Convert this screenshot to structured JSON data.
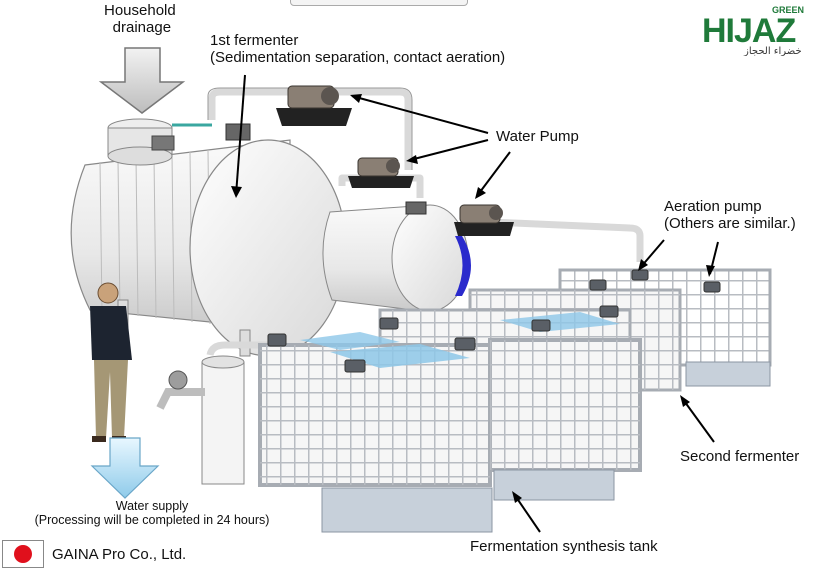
{
  "labels": {
    "household_drainage_line1": "Household",
    "household_drainage_line2": "drainage",
    "first_fermenter_line1": "1st fermenter",
    "first_fermenter_line2": "(Sedimentation  separation, contact aeration)",
    "water_pump": "Water Pump",
    "aeration_pump_line1": "Aeration pump",
    "aeration_pump_line2": "(Others are similar.)",
    "second_fermenter": "Second fermenter",
    "fermentation_tank": "Fermentation  synthesis tank",
    "water_supply_line1": "Water supply",
    "water_supply_line2": "(Processing will be completed in 24 hours)",
    "company": "GAINA Pro Co., Ltd."
  },
  "logo": {
    "green": "GREEN",
    "brand": "HIJAZ",
    "arabic": "خضراء الحجاز"
  },
  "colors": {
    "logo_green": "#1f7a3a",
    "flag_red": "#e0101c",
    "pump_blue": "#2a2acc",
    "water_blue": "#a9d8f0",
    "tank_white": "#f2f2f2"
  },
  "icons": [
    "down-arrow-icon",
    "water-pump-icon",
    "aeration-pump-icon",
    "person-icon",
    "japan-flag-icon",
    "faucet-icon"
  ]
}
